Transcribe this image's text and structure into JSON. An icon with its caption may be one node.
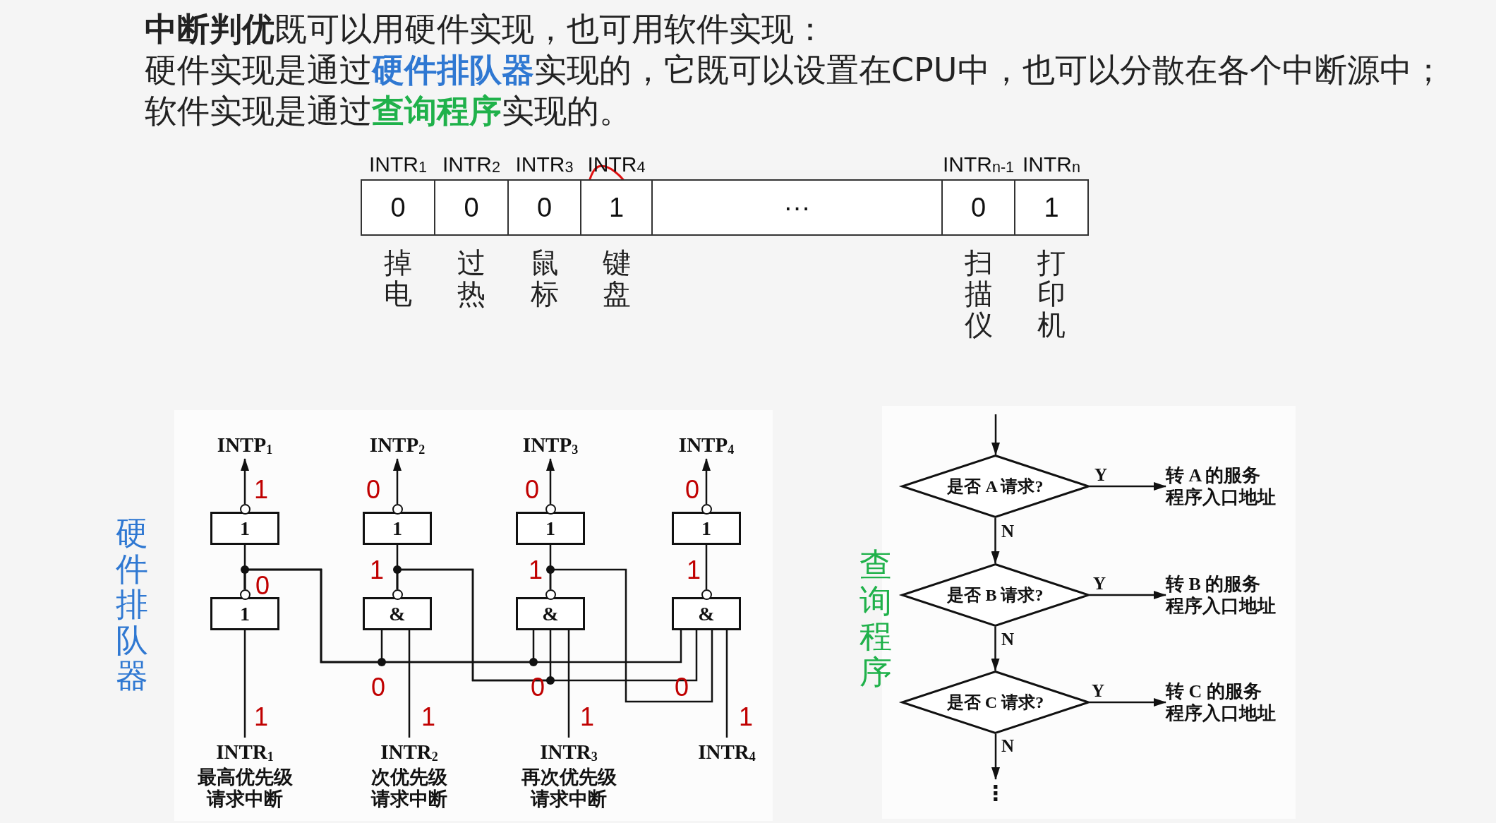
{
  "diagram": {
    "nodes": [
      {
        "text": [
          "INTR$_{1}$",
          "0"
        ],
        "beside": [
          "掉电"
        ]
      },
      {
        "text": [
          "INTR$_{2}$",
          "0"
        ],
        "beside": [
          "过热"
        ]
      },
      {
        "text": [
          "INTR$_{3}$",
          "0"
        ],
        "beside": [
          "鼠标"
        ]
      },
      {
        "text": [
          "INTR$_{4}$",
          "1"
        ],
        "beside": [
          "键盘"
        ]
      },
      {
        "text": [
          "···"
        ]
      },
      {
        "text": [
          "INTR$_{n-1}$",
          "0"
        ],
        "beside": [
          "扫描仪"
        ]
      },
      {
        "text": [
          "INTR$_{n}$",
          "1"
        ],
        "beside": [
          "打印机"
        ]
      },
      {
        "text": [
          "INTP$_{1}$"
        ]
      },
      {
        "text": [
          "INTP$_{2}$"
        ]
      },
      {
        "text": [
          "INTP$_{3}$"
        ]
      },
      {
        "text": [
          "INTP$_{4}$"
        ]
      },
      {
        "text": [
          "1"
        ]
      },
      {
        "text": [
          "1"
        ]
      },
      {
        "text": [
          "1"
        ]
      },
      {
        "text": [
          "1"
        ]
      },
      {
        "text": [
          "1"
        ]
      },
      {
        "text": [
          "&"
        ]
      },
      {
        "text": [
          "&"
        ]
      },
      {
        "text": [
          "&"
        ]
      },
      {
        "text": [
          "INTR$_{1}$"
        ],
        "beside": [
          "最高优先级请求中断"
        ]
      },
      {
        "text": [
          "INTR$_{2}$"
        ],
        "beside": [
          "次优先级请求中断"
        ]
      },
      {
        "text": [
          "INTR$_{3}$"
        ],
        "beside": [
          "再次优先级请求中断"
        ]
      },
      {
        "text": [
          "INTR$_{4}$"
        ]
      },
      {
        "text": [
          "是否 A 请求?"
        ]
      },
      {
        "text": [
          "转 A 的服务程序入口地址"
        ]
      },
      {
        "text": [
          "是否 B 请求?"
        ]
      },
      {
        "text": [
          "转 B 的服务程序入口地址"
        ]
      },
      {
        "text": [
          "是否 C 请求?"
        ]
      },
      {
        "text": [
          "转 C 的服务程序入口地址"
        ]
      },
      {
        "text": [
          "⋮"
        ]
      }
    ],
    "edges": [
      {
        "from": 11,
        "to": 7,
        "arrow": "to"
      },
      {
        "from": 12,
        "to": 8,
        "arrow": "to"
      },
      {
        "from": 13,
        "to": 9,
        "arrow": "to"
      },
      {
        "from": 14,
        "to": 10,
        "arrow": "to"
      },
      {
        "from": 15,
        "to": 11,
        "arrow": "none"
      },
      {
        "from": 16,
        "to": 12,
        "arrow": "none"
      },
      {
        "from": 17,
        "to": 13,
        "arrow": "none"
      },
      {
        "from": 18,
        "to": 14,
        "arrow": "none"
      },
      {
        "from": 19,
        "to": 15,
        "arrow": "none"
      },
      {
        "from": 20,
        "to": 16,
        "arrow": "none"
      },
      {
        "from": 21,
        "to": 17,
        "arrow": "none"
      },
      {
        "from": 22,
        "to": 18,
        "arrow": "none"
      },
      {
        "from": 15,
        "to": 16,
        "arrow": "none"
      },
      {
        "from": 15,
        "to": 17,
        "arrow": "none"
      },
      {
        "from": 15,
        "to": 18,
        "arrow": "none"
      },
      {
        "from": 16,
        "to": 17,
        "arrow": "none"
      },
      {
        "from": 16,
        "to": 18,
        "arrow": "none"
      },
      {
        "from": 17,
        "to": 18,
        "arrow": "none"
      },
      {
        "from": null,
        "to": 23,
        "arrow": "to"
      },
      {
        "from": 23,
        "to": 24,
        "arrow": "to",
        "label": "Y"
      },
      {
        "from": 23,
        "to": 25,
        "arrow": "to",
        "label": "N"
      },
      {
        "from": 25,
        "to": 26,
        "arrow": "to",
        "label": "Y"
      },
      {
        "from": 25,
        "to": 27,
        "arrow": "to",
        "label": "N"
      },
      {
        "from": 27,
        "to": 28,
        "arrow": "to",
        "label": "Y"
      },
      {
        "from": 27,
        "to": 29,
        "arrow": "to",
        "label": "N"
      }
    ],
    "labels": [
      "**中断判优**既可以用硬件实现，也可用软件实现：",
      "硬件实现是通过**硬件排队器**实现的，它既可以设置在CPU中，也可以分散在各个中断源中；",
      "软件实现是通过**查询程序**实现的。",
      "硬件排队器",
      "查询程序",
      "1",
      "0",
      "0",
      "0",
      "0",
      "1",
      "1",
      "1",
      "0",
      "0",
      "0",
      "1",
      "1",
      "1",
      "1"
    ]
  }
}
